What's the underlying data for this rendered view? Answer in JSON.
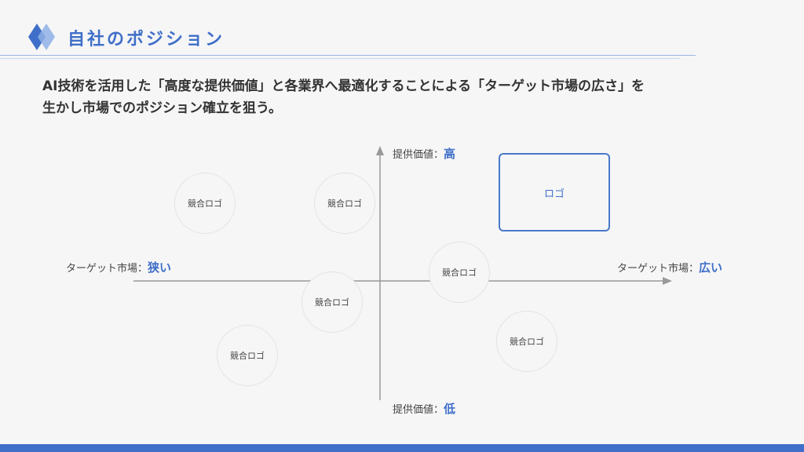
{
  "slide": {
    "title": "自社のポジション",
    "lead_line1": "AI技術を活用した「高度な提供価値」と各業界へ最適化することによる「ターゲット市場の広さ」を",
    "lead_line2": "生かし市場でのポジション確立を狙う。"
  },
  "diagram": {
    "y_top_prefix": "提供価値：",
    "y_top_accent": "高",
    "y_bottom_prefix": "提供価値：",
    "y_bottom_accent": "低",
    "x_left_prefix": "ターゲット市場：",
    "x_left_accent": "狭い",
    "x_right_prefix": "ターゲット市場：",
    "x_right_accent": "広い",
    "own_logo_label": "ロゴ",
    "competitors": [
      "競合ロゴ",
      "競合ロゴ",
      "競合ロゴ",
      "競合ロゴ",
      "競合ロゴ",
      "競合ロゴ"
    ]
  },
  "colors": {
    "accent": "#3f6fc8",
    "axis": "#999999",
    "background": "#f6f6f7"
  }
}
